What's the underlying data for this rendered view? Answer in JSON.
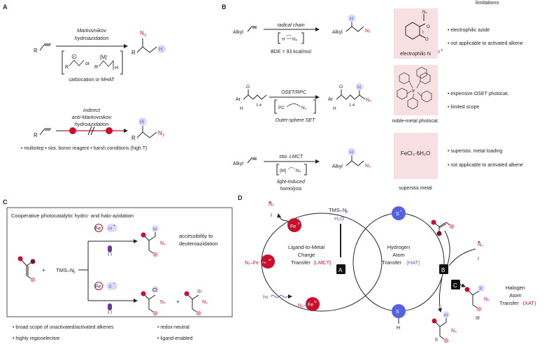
{
  "panels": {
    "A": {
      "letter": "A",
      "markov_top": "Markovnikov",
      "markov_bot": "hydroazidation",
      "intermediates": "carbocation or MHAT",
      "anti_1": "indirect",
      "anti_2": "anti-Markovnikov",
      "anti_3": "hydroazidation",
      "limits": "• multistep  • stoi. boron reagent  • harsh conditions (high T)",
      "R": "R",
      "N3": "N",
      "H": "H",
      "M": "[M]",
      "or": "or"
    },
    "B": {
      "letter": "B",
      "limitations_header": "limitations",
      "row1": {
        "cond": "radical chain",
        "bde": "BDE = 93 kcal/mol",
        "reagent_label": "electrophilic N",
        "lim1": "• electrophilic azide",
        "lim2": "• not applicable to activated alkene"
      },
      "row2": {
        "cond": "OSET/RPC",
        "sub": "Outer-sphere  SET",
        "reagent_label": "noble-metal photocat.",
        "lim1": "• expensive OSET photocat.",
        "lim2": "• limited scope",
        "range": "1-4"
      },
      "row3": {
        "cond": "stoi. LMCT",
        "sub1": "light-induced",
        "sub2": "homolysis",
        "reagent": "FeCl₃·6H₂O",
        "reagent_label": "superstoi.metal",
        "lim1": "• superstoi. metal loading",
        "lim2": "• not applicable to activated alkene"
      },
      "alkyl": "Alkyl",
      "ar": "Ar"
    },
    "C": {
      "letter": "C",
      "box_title": "Cooperative photocatalytic hydro- and halo-azidation",
      "reagent": "TMS–N",
      "plus": "+",
      "access1": "accessibility to",
      "access2": "deuteroazidation",
      "fe": "Fe",
      "hplus": "H",
      "xminus": "X",
      "cl": "Cl",
      "br": "Br",
      "b1": "• broad scope of unactivated/activated alkenes",
      "b2": "• highly regioselective",
      "b3": "• redox-neutral",
      "b4": "• ligand-enabled"
    },
    "D": {
      "letter": "D",
      "tms": "TMS–N",
      "h2o": "H₂O",
      "feII": "Fe",
      "feIII": "Fe",
      "n3fe": "N₃–Fe",
      "lmct1": "Ligand-to-Metal",
      "lmct2": "Charge",
      "lmct3": "Transfer",
      "lmct_abbr": "(LMCT)",
      "hat1": "Hydrogen",
      "hat2": "Atom",
      "hat3": "Transfer",
      "hat_abbr": "(HAT)",
      "xat1": "Halogen",
      "xat2": "Atom",
      "xat3": "Transfer",
      "xat_abbr": "(XAT)",
      "hv": "hv",
      "I": "I",
      "II": "II",
      "III": "III",
      "A": "A",
      "B": "B",
      "C": "C",
      "S": "S",
      "X": "X"
    }
  },
  "colors": {
    "red": "#c8102e",
    "blue": "#5561e0",
    "pink": "#f8e0e2",
    "purple": "#6a3a9a",
    "lightred": "#f2a0a8"
  }
}
